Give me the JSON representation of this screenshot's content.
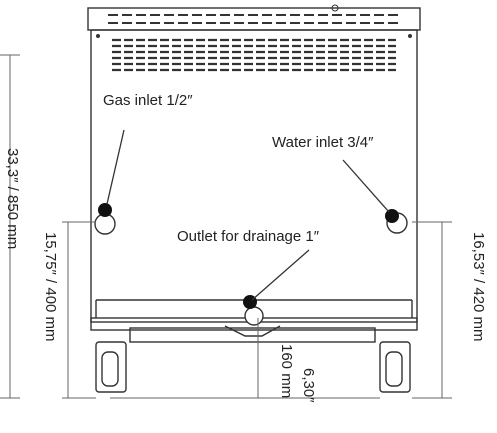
{
  "labels": {
    "gas_inlet": "Gas inlet 1/2″",
    "water_inlet": "Water inlet 3/4″",
    "drain_outlet": "Outlet for drainage 1″"
  },
  "dimensions": {
    "total_height": "33,3″ / 850 mm",
    "gas_inlet_height": "15,75″ / 400 mm",
    "water_inlet_height": "16,53″ / 420 mm",
    "drain_height_mm": "160 mm",
    "drain_height_in": "6,30″"
  },
  "colors": {
    "line": "#333333",
    "dim_line": "#666666",
    "port_fill": "#111111"
  }
}
